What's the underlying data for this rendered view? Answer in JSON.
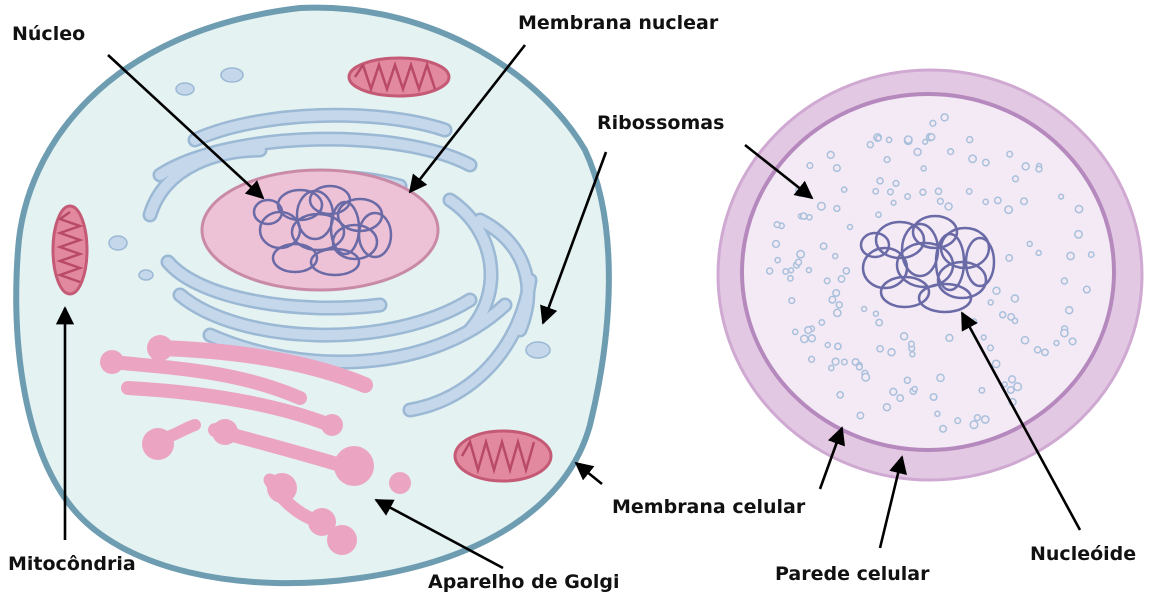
{
  "labels": {
    "nucleo": "Núcleo",
    "membrana_nuclear": "Membrana nuclear",
    "ribossomas": "Ribossomas",
    "mitocondria": "Mitocôndria",
    "aparelho_golgi": "Aparelho de Golgi",
    "membrana_celular": "Membrana celular",
    "parede_celular": "Parede celular",
    "nucleoide": "Nucleóide"
  },
  "colors": {
    "euk_membrane": "#6e9db2",
    "euk_cytoplasm": "#e4f2f2",
    "er": "#c5d7ea",
    "er_stroke": "#9bb8d4",
    "nucleus": "#eec2d6",
    "nucleus_stroke": "#c98aa8",
    "chromatin": "#6a6aa6",
    "mito_fill": "#e2899f",
    "mito_stroke": "#c55a76",
    "golgi": "#eba5c3",
    "prok_wall": "#e3c8e3",
    "prok_cytoplasm": "#f3eaf5",
    "ribosome": "#a9c0dc",
    "arrow": "#000000"
  }
}
